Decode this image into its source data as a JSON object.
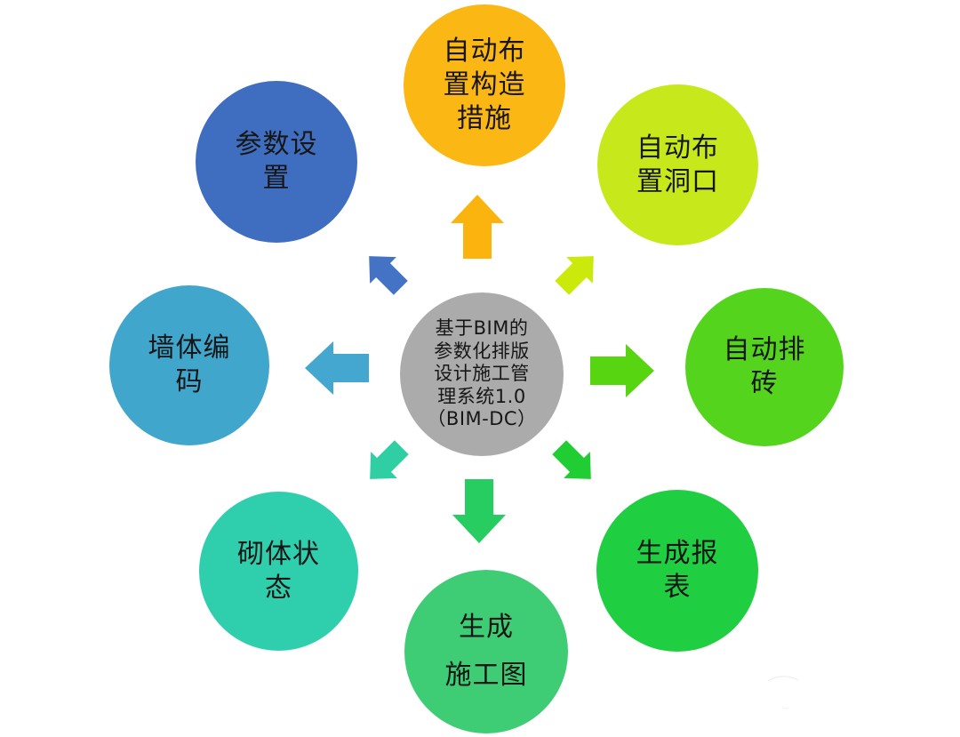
{
  "diagram": {
    "background": "#FFFFFF",
    "text_color": "#161616",
    "center": {
      "label": "基于BIM的\n参数化排版\n设计施工管\n理系统1.0\n（BIM-DC）",
      "fill": "#ABABAB"
    },
    "nodes": [
      {
        "position": "top",
        "label": "自动布\n置构造\n措施",
        "fill": "#FBB713",
        "arrow_fill": "#FBB40D",
        "arrow_direction": "up"
      },
      {
        "position": "top-right",
        "label": "自动布\n置洞口",
        "fill": "#C7E81A",
        "arrow_fill": "#CCE90C",
        "arrow_direction": "up-right"
      },
      {
        "position": "right",
        "label": "自动排\n砖",
        "fill": "#54D41D",
        "arrow_fill": "#57D511",
        "arrow_direction": "right"
      },
      {
        "position": "bottom-right",
        "label": "生成报\n表",
        "fill": "#20CE42",
        "arrow_fill": "#20CE33",
        "arrow_direction": "down-right"
      },
      {
        "position": "bottom",
        "label": "生成\n施工图",
        "fill": "#3ECC74",
        "arrow_fill": "#28CD62",
        "arrow_direction": "down"
      },
      {
        "position": "bottom-left",
        "label": "砌体状\n态",
        "fill": "#2FCFAD",
        "arrow_fill": "#2FCFA3",
        "arrow_direction": "down-left"
      },
      {
        "position": "left",
        "label": "墙体编\n码",
        "fill": "#40A6CC",
        "arrow_fill": "#44A7D0",
        "arrow_direction": "left"
      },
      {
        "position": "top-left",
        "label": "参数设\n置",
        "fill": "#3F6EC0",
        "arrow_fill": "#4472C4",
        "arrow_direction": "up-left"
      }
    ]
  }
}
